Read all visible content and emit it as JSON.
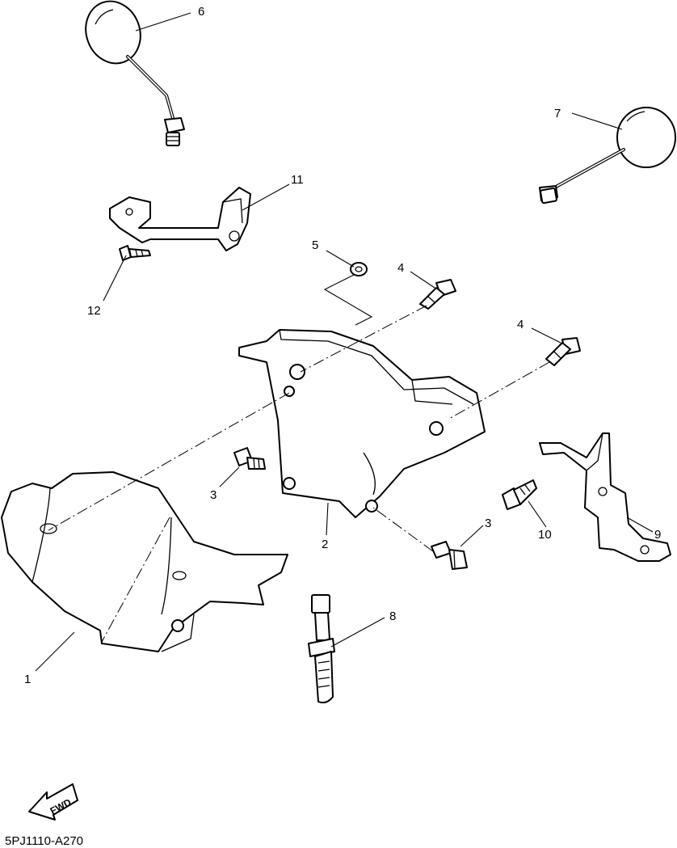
{
  "diagram": {
    "code": "5PJ1110-A270",
    "fwd_label": "FWD",
    "callouts": {
      "p1": "1",
      "p2": "2",
      "p3a": "3",
      "p3b": "3",
      "p4a": "4",
      "p4b": "4",
      "p5": "5",
      "p6": "6",
      "p7": "7",
      "p8": "8",
      "p9": "9",
      "p10": "10",
      "p11": "11",
      "p12": "12"
    }
  }
}
